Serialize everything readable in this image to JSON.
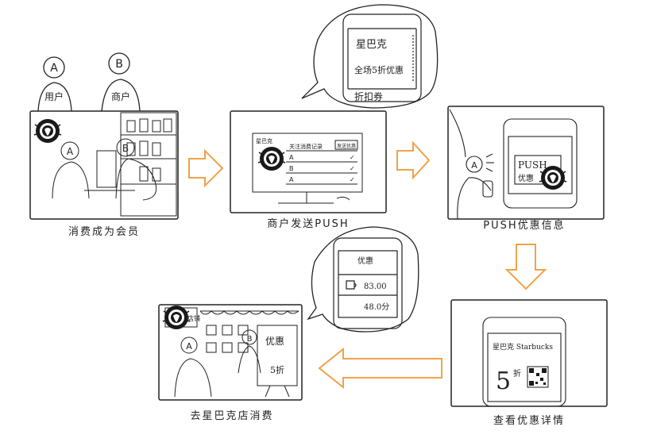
{
  "colors": {
    "ink": "#222222",
    "arrow": "#f0a24a",
    "paper": "#ffffff",
    "logo": "#1a1a1a"
  },
  "nodes": {
    "customer": {
      "role_a": "A",
      "label_a": "用户",
      "role_b": "B",
      "label_b": "商户"
    },
    "panel1": {
      "caption": "消费成为会员",
      "mark_a": "A",
      "mark_b": "B"
    },
    "panel2": {
      "caption": "商户发送PUSH",
      "screen_title": "星巴克",
      "screen_header": "关注消费记录",
      "button": "发送优惠",
      "row1": "A",
      "row2": "B",
      "row3": "A"
    },
    "bubble1": {
      "line1": "星巴克",
      "line2": "全场5折优惠",
      "line3": "折扣券"
    },
    "panel3": {
      "caption": "PUSH优惠信息",
      "mark_a": "A",
      "push_line1": "PUSH",
      "push_line2": "优惠"
    },
    "panel4": {
      "caption": "查看优惠详情",
      "header": "星巴克 Starbucks",
      "discount_num": "5",
      "discount_unit": "折"
    },
    "bubble2": {
      "title": "优惠",
      "price1": "83.00",
      "price2": "48.0分"
    },
    "panel5": {
      "caption": "去星巴克店消费",
      "store_name": "店铺",
      "mark_a": "A",
      "mark_b": "B",
      "poster_title": "优惠",
      "poster_value": "5折"
    }
  }
}
